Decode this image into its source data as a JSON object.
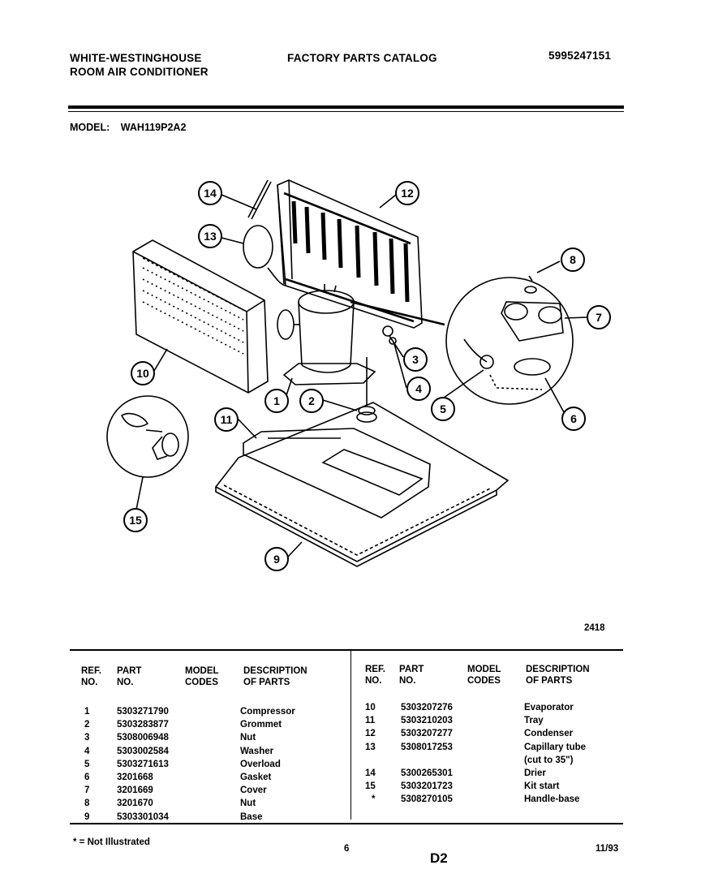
{
  "header": {
    "brand_line1": "WHITE-WESTINGHOUSE",
    "brand_line2": "ROOM AIR CONDITIONER",
    "catalog_title": "FACTORY PARTS CATALOG",
    "catalog_number": "5995247151"
  },
  "model": {
    "label": "MODEL:",
    "value": "WAH119P2A2"
  },
  "diagram": {
    "figure_number": "2418",
    "callouts": [
      "1",
      "2",
      "3",
      "4",
      "5",
      "6",
      "7",
      "8",
      "9",
      "10",
      "11",
      "12",
      "13",
      "14",
      "15"
    ]
  },
  "table": {
    "headers": {
      "ref_no": [
        "REF.",
        "NO."
      ],
      "part_no": [
        "PART",
        "NO."
      ],
      "model_codes": [
        "MODEL",
        "CODES"
      ],
      "description": [
        "DESCRIPTION",
        "OF PARTS"
      ]
    },
    "left_rows": [
      {
        "ref": "1",
        "part": "5303271790",
        "desc": "Compressor"
      },
      {
        "ref": "2",
        "part": "5303283877",
        "desc": "Grommet"
      },
      {
        "ref": "3",
        "part": "5308006948",
        "desc": "Nut"
      },
      {
        "ref": "4",
        "part": "5303002584",
        "desc": "Washer"
      },
      {
        "ref": "5",
        "part": "5303271613",
        "desc": "Overload"
      },
      {
        "ref": "6",
        "part": "3201668",
        "desc": "Gasket"
      },
      {
        "ref": "7",
        "part": "3201669",
        "desc": "Cover"
      },
      {
        "ref": "8",
        "part": "3201670",
        "desc": "Nut"
      },
      {
        "ref": "9",
        "part": "5303301034",
        "desc": "Base"
      }
    ],
    "right_rows": [
      {
        "ref": "10",
        "part": "5303207276",
        "desc": "Evaporator"
      },
      {
        "ref": "11",
        "part": "5303210203",
        "desc": "Tray"
      },
      {
        "ref": "12",
        "part": "5303207277",
        "desc": "Condenser"
      },
      {
        "ref": "13",
        "part": "5308017253",
        "desc": "Capillary tube"
      },
      {
        "ref": "",
        "part": "",
        "desc": "(cut to 35\")"
      },
      {
        "ref": "14",
        "part": "5300265301",
        "desc": "Drier"
      },
      {
        "ref": "15",
        "part": "5303201723",
        "desc": "Kit start"
      },
      {
        "ref": "*",
        "part": "5308270105",
        "desc": "Handle-base"
      }
    ]
  },
  "footer": {
    "note": "* = Not Illustrated",
    "page": "6",
    "section": "D2",
    "date": "11/93"
  }
}
